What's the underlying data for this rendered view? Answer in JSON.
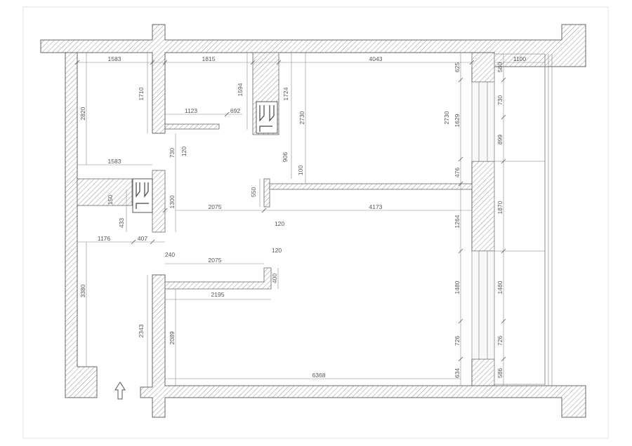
{
  "dimensions": {
    "top_row": [
      "1583",
      "1815",
      "4043",
      "1100"
    ],
    "right_col_a": [
      "625",
      "1629",
      "476",
      "1264",
      "1480",
      "726",
      "634"
    ],
    "right_col_b": [
      "580",
      "730",
      "899",
      "1870",
      "1480",
      "726",
      "586"
    ],
    "room_heights": [
      "2730",
      "2730"
    ],
    "left_col": [
      "2820",
      "3380"
    ],
    "upper_left_room": [
      "1710",
      "1123",
      "692",
      "730",
      "120"
    ],
    "vent_area": [
      "1594",
      "1724",
      "906",
      "100",
      "550",
      "120"
    ],
    "middle": [
      "1583",
      "150",
      "433",
      "1300",
      "2075",
      "4173"
    ],
    "corridor": [
      "1176",
      "407",
      "240",
      "2075",
      "120",
      "400",
      "2195"
    ],
    "lower": [
      "2343",
      "2089",
      "6368"
    ]
  },
  "colors": {
    "wall_hatch": "#777777",
    "dimension_line": "#888888",
    "text": "#555555"
  },
  "icons": {
    "entrance": "up-arrow-icon",
    "ventilation": "vent-shaft-icon"
  }
}
